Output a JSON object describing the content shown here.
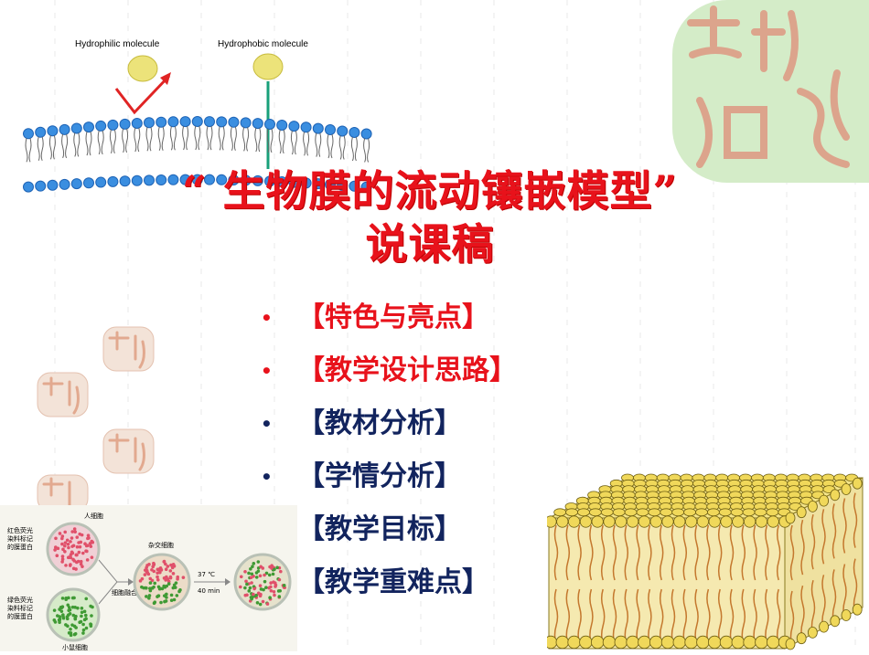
{
  "slide": {
    "title_line1": "“ 生物膜的流动镶嵌模型”",
    "title_line2": "说课稿"
  },
  "figure_top": {
    "hydrophilic_label": "Hydrophilic molecule",
    "hydrophobic_label": "Hydrophobic molecule"
  },
  "menu": [
    {
      "label": "【特色与亮点】",
      "color": "#e8121b"
    },
    {
      "label": "【教学设计思路】",
      "color": "#e8121b"
    },
    {
      "label": "【教材分析】",
      "color": "#12245e"
    },
    {
      "label": "【学情分析】",
      "color": "#12245e"
    },
    {
      "label": "【教学目标】",
      "color": "#12245e"
    },
    {
      "label": "【教学重难点】",
      "color": "#12245e"
    }
  ],
  "bullet": "•",
  "fusion_figure": {
    "human_cell": "人细胞",
    "red_label_1": "红色荧光",
    "red_label_2": "染料标记",
    "red_label_3": "的膜蛋白",
    "hybrid_cell": "杂交细胞",
    "fusion": "细胞融合",
    "temp": "37 ℃",
    "time": "40 min",
    "green_label_1": "绿色荧光",
    "green_label_2": "染料标记",
    "green_label_3": "的膜蛋白",
    "mouse_cell": "小鼠细胞"
  },
  "colors": {
    "title": "#e8121b",
    "menu_red": "#e8121b",
    "menu_navy": "#12245e",
    "head_blue": "#2e7fd6",
    "lipid_yellow": "#e8d23c",
    "seal_green": "#cfe9c4",
    "seal_red": "#d9a28a"
  }
}
